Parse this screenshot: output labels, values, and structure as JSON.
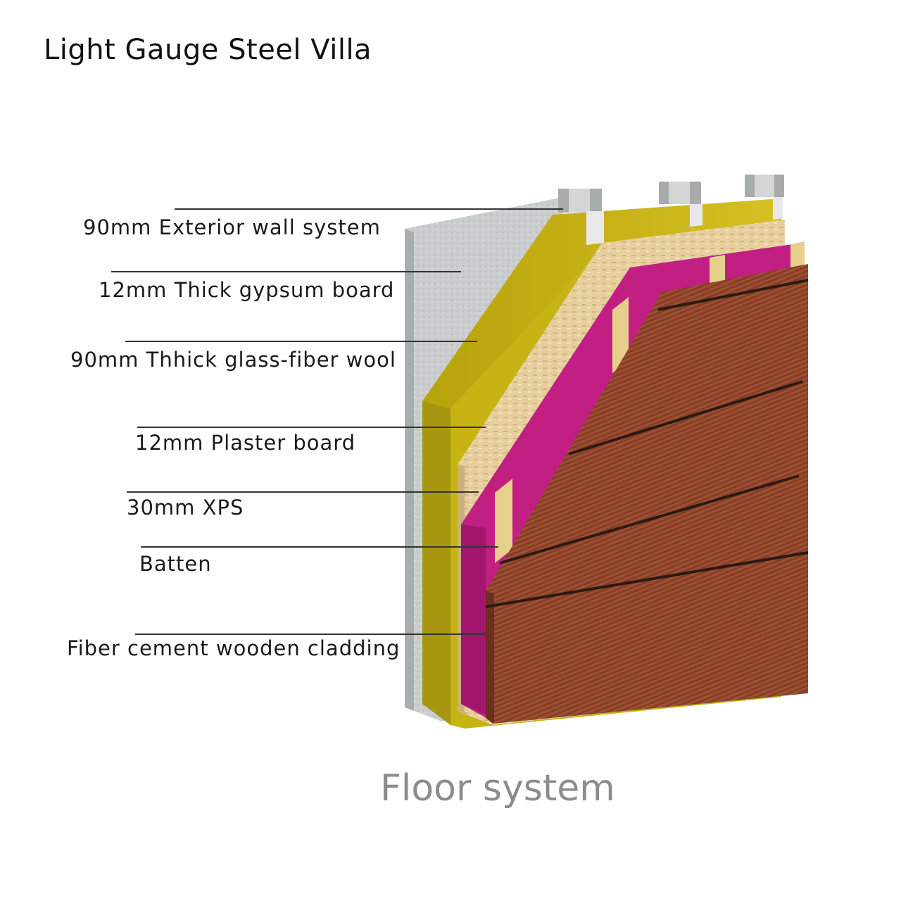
{
  "title": "Light Gauge Steel Villa",
  "caption": "Floor system",
  "layers": [
    {
      "label": "90mm Exterior wall system"
    },
    {
      "label": "12mm Thick gypsum board"
    },
    {
      "label": "90mm Thhick glass-fiber wool"
    },
    {
      "label": "12mm Plaster board"
    },
    {
      "label": "30mm XPS"
    },
    {
      "label": "Batten"
    },
    {
      "label": "Fiber cement wooden cladding"
    }
  ],
  "colors": {
    "gypsum": "#c9cdcd",
    "wool": "#c7b313",
    "osb": "#e6cf9d",
    "xps": "#c21f83",
    "batten": "#e7cf8c",
    "cladding": "#93472c",
    "steel": "#b9bcbc"
  }
}
